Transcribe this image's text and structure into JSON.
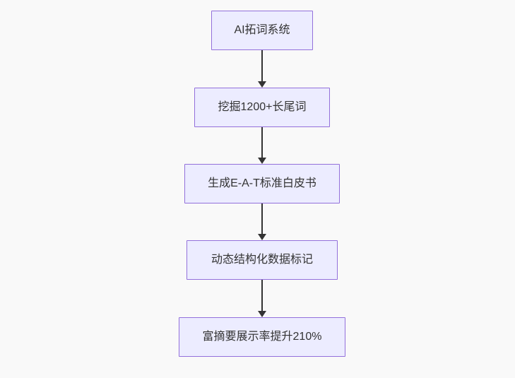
{
  "theme": {
    "background": "#f9f9f9",
    "node-fill": "#ECECFF",
    "node-border": "#9370DB",
    "node-text": "#333333",
    "arrow-color": "#333333"
  },
  "flowchart": {
    "type": "flowchart",
    "direction": "top-down",
    "nodes": [
      {
        "label": "AI拓词系统"
      },
      {
        "label": "挖掘1200+长尾词"
      },
      {
        "label": "生成E-A-T标准白皮书"
      },
      {
        "label": "动态结构化数据标记"
      },
      {
        "label": "富摘要展示率提升210%"
      }
    ],
    "edges": [
      {
        "from": "AI拓词系统",
        "to": "挖掘1200+长尾词"
      },
      {
        "from": "挖掘1200+长尾词",
        "to": "生成E-A-T标准白皮书"
      },
      {
        "from": "生成E-A-T标准白皮书",
        "to": "动态结构化数据标记"
      },
      {
        "from": "动态结构化数据标记",
        "to": "富摘要展示率提升210%"
      }
    ]
  }
}
